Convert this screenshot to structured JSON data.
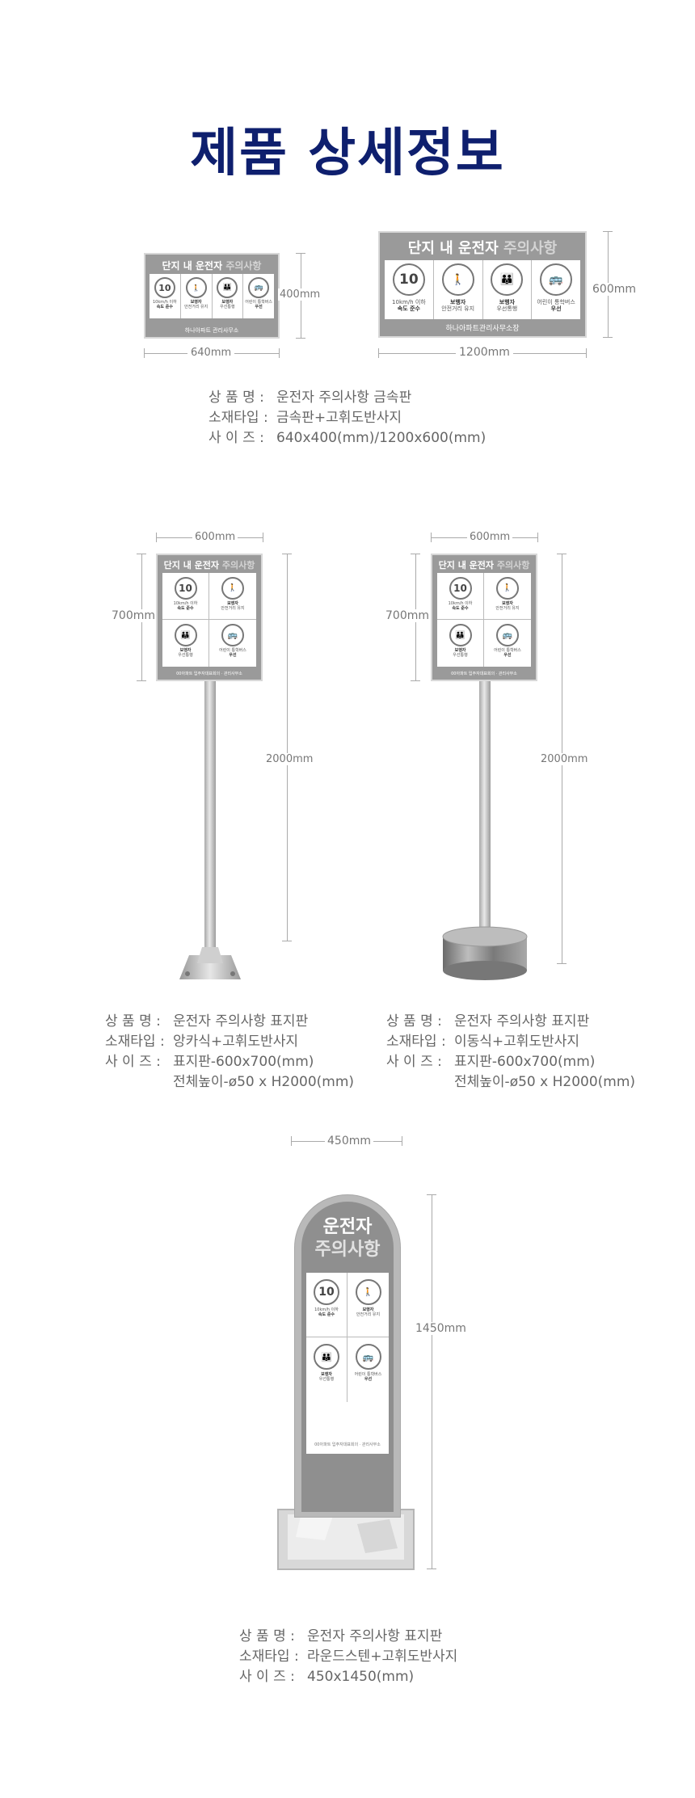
{
  "page_title": "제품 상세정보",
  "sign": {
    "header_main": "단지 내 운전자",
    "header_accent": "주의사항",
    "speed_limit": "10",
    "items": [
      {
        "line1": "10km/h 이하",
        "line2": "속도 준수"
      },
      {
        "line1": "보행자",
        "line2": "안전거리 유지"
      },
      {
        "line1": "보행자",
        "line2": "우선통행"
      },
      {
        "line1": "어린이 통학버스",
        "line2": "우선"
      }
    ],
    "footer_office": "하나아파트 관리사무소",
    "footer_office_large": "하나아파트관리사무소장",
    "footer_small": "00아파트 입주자대표회의 · 관리사무소",
    "round_title_1": "운전자",
    "round_title_2": "주의사항"
  },
  "product1": {
    "dims": {
      "w_small": "640mm",
      "h_small": "400mm",
      "w_large": "1200mm",
      "h_large": "600mm"
    },
    "specs": [
      {
        "label": "상 품 명 :",
        "value": "운전자 주의사항 금속판"
      },
      {
        "label": "소재타입 :",
        "value": "금속판+고휘도반사지"
      },
      {
        "label": "사 이 즈 :",
        "value": "640x400(mm)/1200x600(mm)"
      }
    ]
  },
  "product2": {
    "dims": {
      "w": "600mm",
      "h": "700mm",
      "total": "2000mm"
    },
    "specs": [
      {
        "label": "상 품 명 :",
        "value": "운전자 주의사항 표지판"
      },
      {
        "label": "소재타입 :",
        "value": "앙카식+고휘도반사지"
      },
      {
        "label": "사 이 즈 :",
        "value": "표지판-600x700(mm)"
      }
    ],
    "extra": "전체높이-ø50 x H2000(mm)"
  },
  "product3": {
    "dims": {
      "w": "600mm",
      "h": "700mm",
      "total": "2000mm"
    },
    "specs": [
      {
        "label": "상 품 명 :",
        "value": "운전자 주의사항 표지판"
      },
      {
        "label": "소재타입 :",
        "value": "이동식+고휘도반사지"
      },
      {
        "label": "사 이 즈 :",
        "value": "표지판-600x700(mm)"
      }
    ],
    "extra": "전체높이-ø50 x H2000(mm)"
  },
  "product4": {
    "dims": {
      "w": "450mm",
      "h": "1450mm"
    },
    "specs": [
      {
        "label": "상 품 명 :",
        "value": "운전자 주의사항 표지판"
      },
      {
        "label": "소재타입 :",
        "value": "라운드스텐+고휘도반사지"
      },
      {
        "label": "사 이 즈 :",
        "value": "450x1450(mm)"
      }
    ]
  }
}
